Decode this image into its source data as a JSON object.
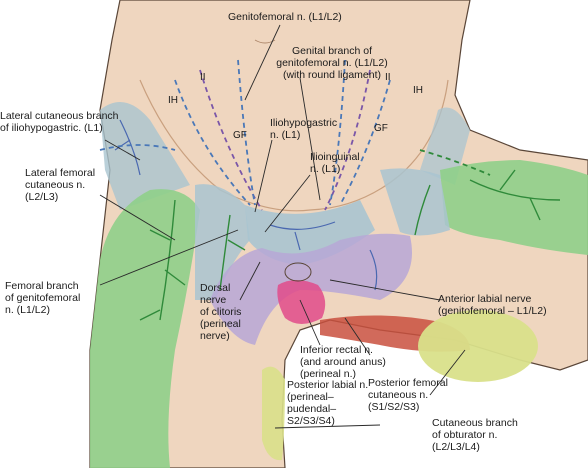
{
  "labels": {
    "genitofemoral": "Genitofemoral n. (L1/L2)",
    "genital_branch": "Genital branch of\ngenitofemoral n. (L1/L2)\n(with round ligament)",
    "lateral_cutaneous_iliohypogastric": "Lateral cutaneous branch\nof iliohypogastric. (L1)",
    "iliohypogastric": "Iliohypogastric\nn. (L1)",
    "ilioinguinal": "Ilioinguinal\nn. (L1)",
    "lateral_femoral_cutaneous": "Lateral femoral\ncutaneous n.\n(L2/L3)",
    "femoral_branch": "Femoral branch\nof genitofemoral\nn. (L1/L2)",
    "dorsal_nerve_clitoris": "Dorsal\nnerve\nof clitoris\n(perineal\nnerve)",
    "anterior_labial": "Anterior labial nerve\n(genitofemoral – L1/L2)",
    "inferior_rectal": "Inferior rectal n.\n(and around anus)\n(perineal n.)",
    "posterior_femoral_cutaneous": "Posterior femoral\ncutaneous n.\n(S1/S2/S3)",
    "posterior_labial": "Posterior labial n.\n(perineal–\npudendal–\nS2/S3/S4)",
    "cutaneous_obturator": "Cutaneous branch\nof obturator n.\n(L2/L3/L4)"
  },
  "abbreviations": {
    "ii_left": "II",
    "ih_left": "IH",
    "gf_left": "GF",
    "ii_right": "II",
    "ih_right": "IH",
    "gf_right": "GF"
  },
  "colors": {
    "skin": "#efd6bf",
    "skin_shadow": "#d9b193",
    "outline": "#5a4638",
    "blue_zone": "#a9c4d0",
    "green_zone": "#8fcf8a",
    "lavender_zone": "#b7a7d6",
    "yellow_zone": "#d9e08a",
    "pink_zone": "#e04b8a",
    "red_zone": "#c9503e",
    "nerve_green": "#2f8a3a",
    "nerve_blue": "#4a68b0",
    "dashed_ii": "#4a78b8",
    "dashed_ih": "#7a56a8",
    "leader": "#2a2a2a"
  }
}
